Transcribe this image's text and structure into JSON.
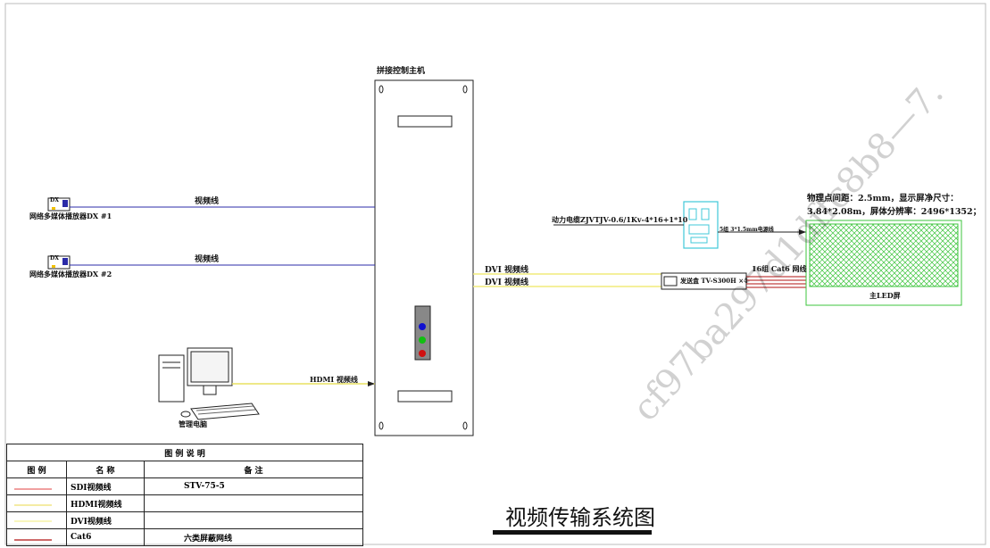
{
  "diagram": {
    "controller_label": "拼接控制主机",
    "decoder1_label": "网络多媒体播放器DX #1",
    "decoder2_label": "网络多媒体播放器DX #2",
    "decoder_box_text": "DX",
    "video_line1": "视频线",
    "video_line2": "视频线",
    "hdmi_label": "HDMI 视频线",
    "pc_label": "管理电脑",
    "dvi1_label": "DVI 视频线",
    "dvi2_label": "DVI 视频线",
    "power_cable": "动力电缆ZJVTJV-0.6/1Kv-4*16+1*10",
    "power_out": "5组 3*1.5mm电源线",
    "cat6_label": "16组 Cat6 网线",
    "sender_label": "发送盒 TV-S300H ×4",
    "screen_label": "主LED屏",
    "specs_line1": "物理点间距：2.5mm，显示屏净尺寸：",
    "specs_line2": "3.84*2.08m，屏体分辨率：2496*1352；"
  },
  "legend": {
    "title": "图 例 说 明",
    "headers": [
      "图  例",
      "名    称",
      "备    注"
    ],
    "rows": [
      {
        "name": "SDI视频线",
        "note": "STV-75-5",
        "color": "#e04040"
      },
      {
        "name": "HDMI视频线",
        "note": "",
        "color": "#e8d84a"
      },
      {
        "name": "DVI视频线",
        "note": "",
        "color": "#f0ec7a"
      },
      {
        "name": "Cat6",
        "note": "六类屏蔽网线",
        "color": "#b01010"
      }
    ]
  },
  "page_title": "视频传输系统图",
  "watermark": "cf97ba297d1dffc8b8—7.",
  "colors": {
    "blue_line": "#2b2ba8",
    "yellow_line": "#e8e060",
    "cat6_line": "#b01010",
    "screen_green": "#3cc43c",
    "cyan_box": "#40c8d8"
  }
}
